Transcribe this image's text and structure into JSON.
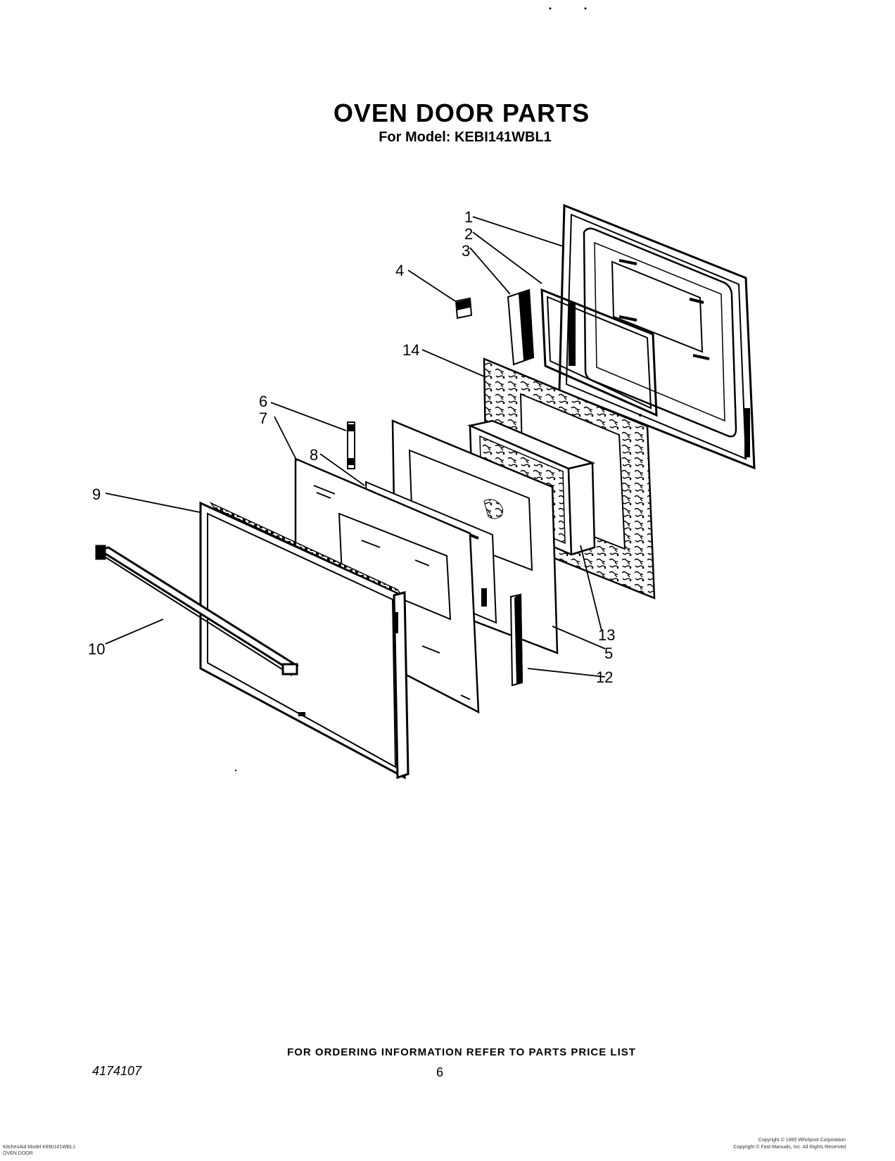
{
  "header": {
    "title": "OVEN DOOR PARTS",
    "model_line": "For Model: KEBI141WBL1"
  },
  "callouts": [
    "1",
    "2",
    "3",
    "4",
    "5",
    "6",
    "7",
    "8",
    "9",
    "10",
    "12",
    "13",
    "14"
  ],
  "footer": {
    "ordering_note": "FOR ORDERING INFORMATION REFER TO PARTS PRICE LIST",
    "doc_number": "4174107",
    "page_number": "6",
    "left_lines": [
      "KitchenAid Model KEBI141WBL1",
      "OVEN DOOR"
    ],
    "right_lines": [
      "Copyright © 1985 Whirlpool Corporation",
      "Copyright © Fast-Manuals, Inc. All Rights Reserved"
    ]
  }
}
